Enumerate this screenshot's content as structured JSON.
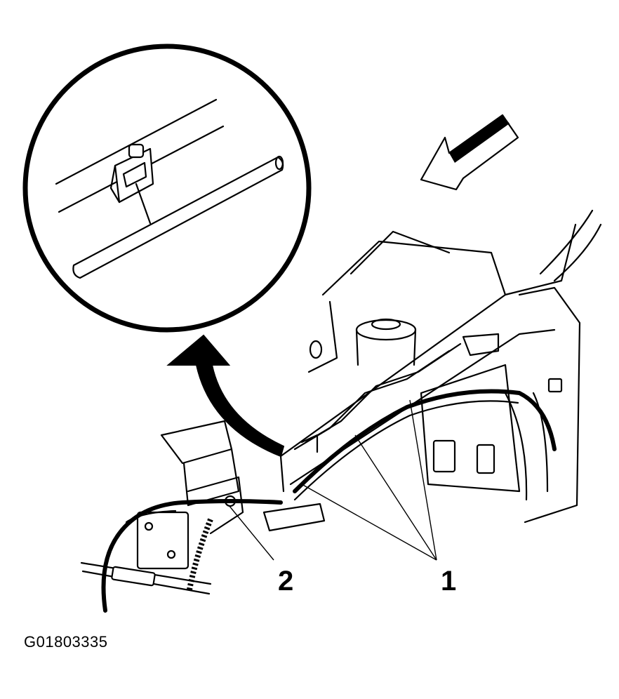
{
  "figure": {
    "id_text": "G01803335",
    "callouts": [
      {
        "key": "1",
        "label": "1"
      },
      {
        "key": "2",
        "label": "2"
      }
    ],
    "colors": {
      "ink": "#000000",
      "paper": "#ffffff"
    },
    "icons": [
      "detail-magnifier-circle",
      "forward-direction-arrow",
      "detail-pointer-arrow"
    ]
  }
}
